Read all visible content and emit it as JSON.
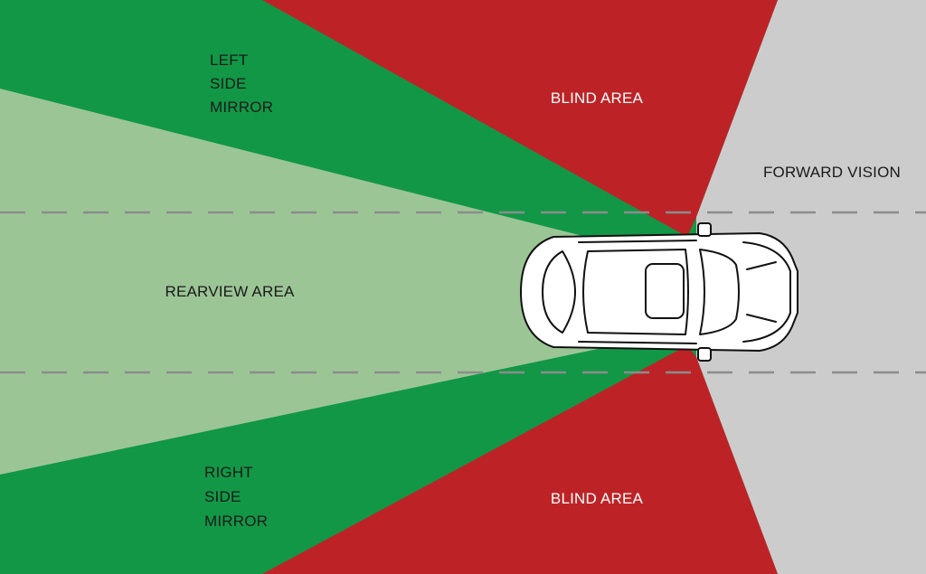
{
  "labels": {
    "left_side_mirror": [
      "LEFT",
      "SIDE",
      "MIRROR"
    ],
    "right_side_mirror": [
      "RIGHT",
      "SIDE",
      "MIRROR"
    ],
    "rearview_area": "REARVIEW AREA",
    "blind_area_top": "BLIND AREA",
    "blind_area_bottom": "BLIND AREA",
    "forward_vision": "FORWARD VISION"
  },
  "colors": {
    "side_mirror_zone": "#129746",
    "rearview_zone": "#9cc596",
    "blind_zone": "#bd2326",
    "forward_zone": "#cdcccc",
    "lane_marking": "#8c8c8c",
    "label_dark": "#1a1a1a",
    "label_light": "#ffffff",
    "car_body": "#ffffff",
    "car_outline": "#111111"
  }
}
